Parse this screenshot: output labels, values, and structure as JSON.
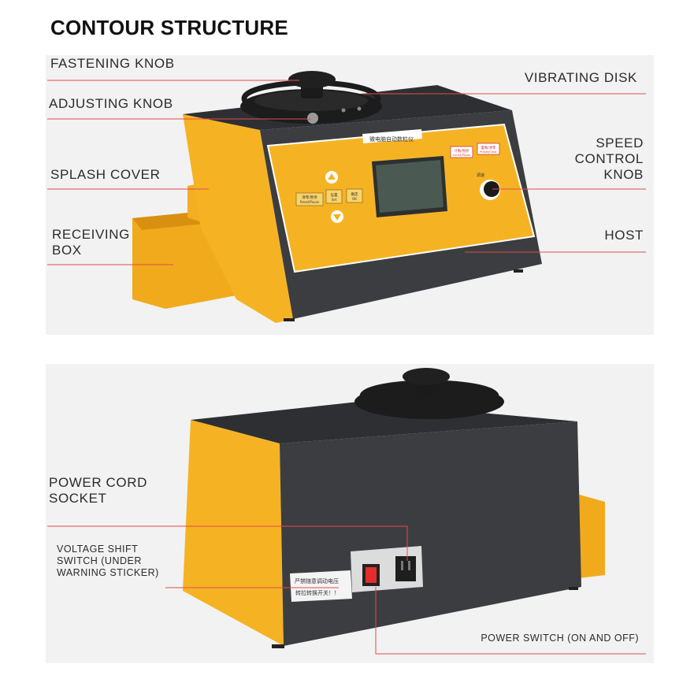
{
  "title": "CONTOUR STRUCTURE",
  "labels": {
    "fastening_knob": "FASTENING KNOB",
    "adjusting_knob": "ADJUSTING KNOB",
    "splash_cover": "SPLASH COVER",
    "receiving_box_1": "RECEIVING",
    "receiving_box_2": "BOX",
    "vibrating_disk": "VIBRATING DISK",
    "speed_1": "SPEED",
    "speed_2": "CONTROL",
    "speed_3": "KNOB",
    "host": "HOST",
    "power_cord_1": "POWER CORD",
    "power_cord_2": "SOCKET",
    "voltage_1": "VOLTAGE SHIFT",
    "voltage_2": "SWITCH (UNDER",
    "voltage_3": "WARNING STICKER)",
    "power_switch": "POWER SWITCH (ON AND OFF)"
  },
  "device_front": {
    "panel_title": "微电脑自动数粒仪",
    "left_btn_1": "清零/暂停",
    "left_btn_2": "Reset/Pause",
    "mid_btn_1": "设置",
    "mid_btn_2": "Set",
    "right_btn_1": "确定",
    "right_btn_2": "OK",
    "red_btn_1": "计数/暂停",
    "red_btn_2": "Count/Pause",
    "red_btn2_1": "置数/清零",
    "red_btn2_2": "Preset/Clear",
    "knob_label": "调速"
  },
  "device_back": {
    "sticker_1": "严禁随意调动电压",
    "sticker_2": "转拉转换开关！！"
  },
  "colors": {
    "accent_line": "#e34c4c",
    "body_yellow": "#f5b324",
    "body_dark": "#3c3d40",
    "screen": "#4a5a52"
  }
}
